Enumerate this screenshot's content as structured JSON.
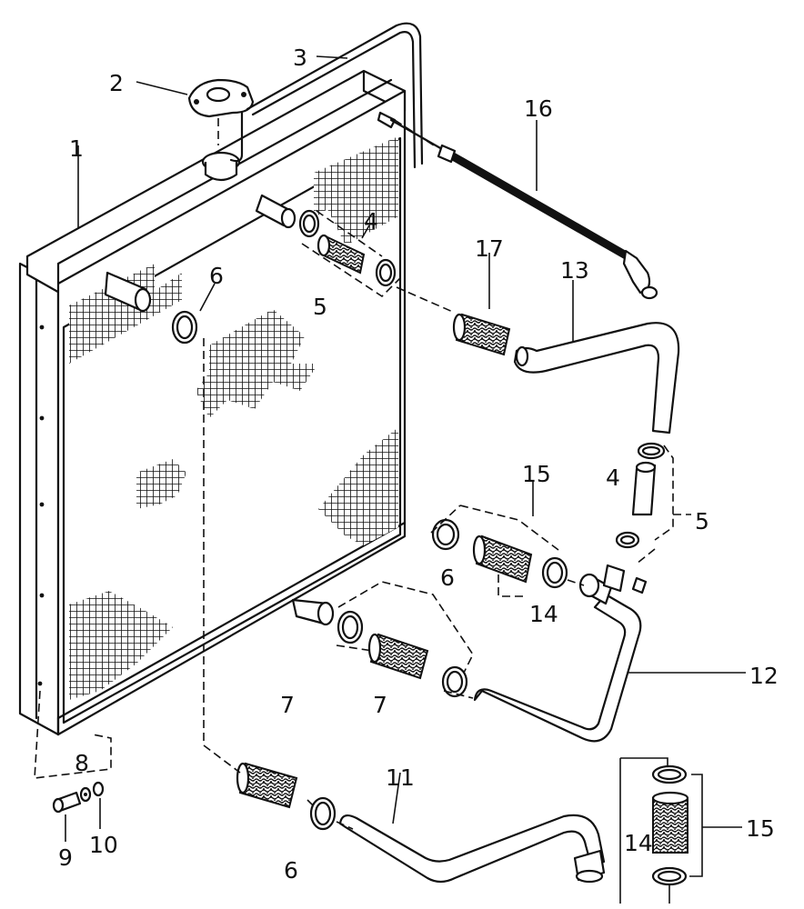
{
  "callouts": [
    {
      "id": "1",
      "label": "1"
    },
    {
      "id": "2",
      "label": "2"
    },
    {
      "id": "3",
      "label": "3"
    },
    {
      "id": "4a",
      "label": "4"
    },
    {
      "id": "4b",
      "label": "4"
    },
    {
      "id": "5a",
      "label": "5"
    },
    {
      "id": "5b",
      "label": "5"
    },
    {
      "id": "6a",
      "label": "6"
    },
    {
      "id": "6b",
      "label": "6"
    },
    {
      "id": "6c",
      "label": "6"
    },
    {
      "id": "7a",
      "label": "7"
    },
    {
      "id": "7b",
      "label": "7"
    },
    {
      "id": "8",
      "label": "8"
    },
    {
      "id": "9",
      "label": "9"
    },
    {
      "id": "10",
      "label": "10"
    },
    {
      "id": "11",
      "label": "11"
    },
    {
      "id": "12",
      "label": "12"
    },
    {
      "id": "13",
      "label": "13"
    },
    {
      "id": "14a",
      "label": "14"
    },
    {
      "id": "14b",
      "label": "14"
    },
    {
      "id": "15a",
      "label": "15"
    },
    {
      "id": "15b",
      "label": "15"
    },
    {
      "id": "16",
      "label": "16"
    },
    {
      "id": "17",
      "label": "17"
    }
  ],
  "colors": {
    "ink": "#111111",
    "paper": "#ffffff"
  }
}
